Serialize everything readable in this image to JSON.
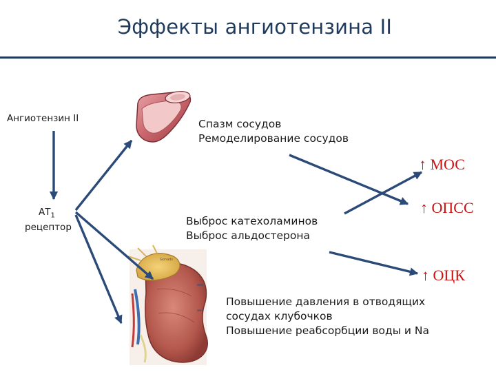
{
  "title": "Эффекты ангиотензина II",
  "nodes": {
    "angiotensin": "Ангиотензин II",
    "receptor_main": "АТ",
    "receptor_sub": "1",
    "receptor_word": "рецептор",
    "vessel_line1": "Спазм сосудов",
    "vessel_line2": "Ремоделирование сосудов",
    "catechol_line1": "Выброс катехоламинов",
    "catechol_line2": "Выброс альдостерона",
    "kidney_line1": "Повышение давления в отводящих",
    "kidney_line2": "сосудах клубочков",
    "kidney_line3": "Повышение реабсорбции воды и Na"
  },
  "outcomes": {
    "mos": "↑ МОС",
    "opss": "↑ ОПСС",
    "otsk": "↑ ОЦК"
  },
  "colors": {
    "title": "#1f3a5a",
    "arrow": "#2b4a77",
    "outcome": "#cc1111"
  }
}
